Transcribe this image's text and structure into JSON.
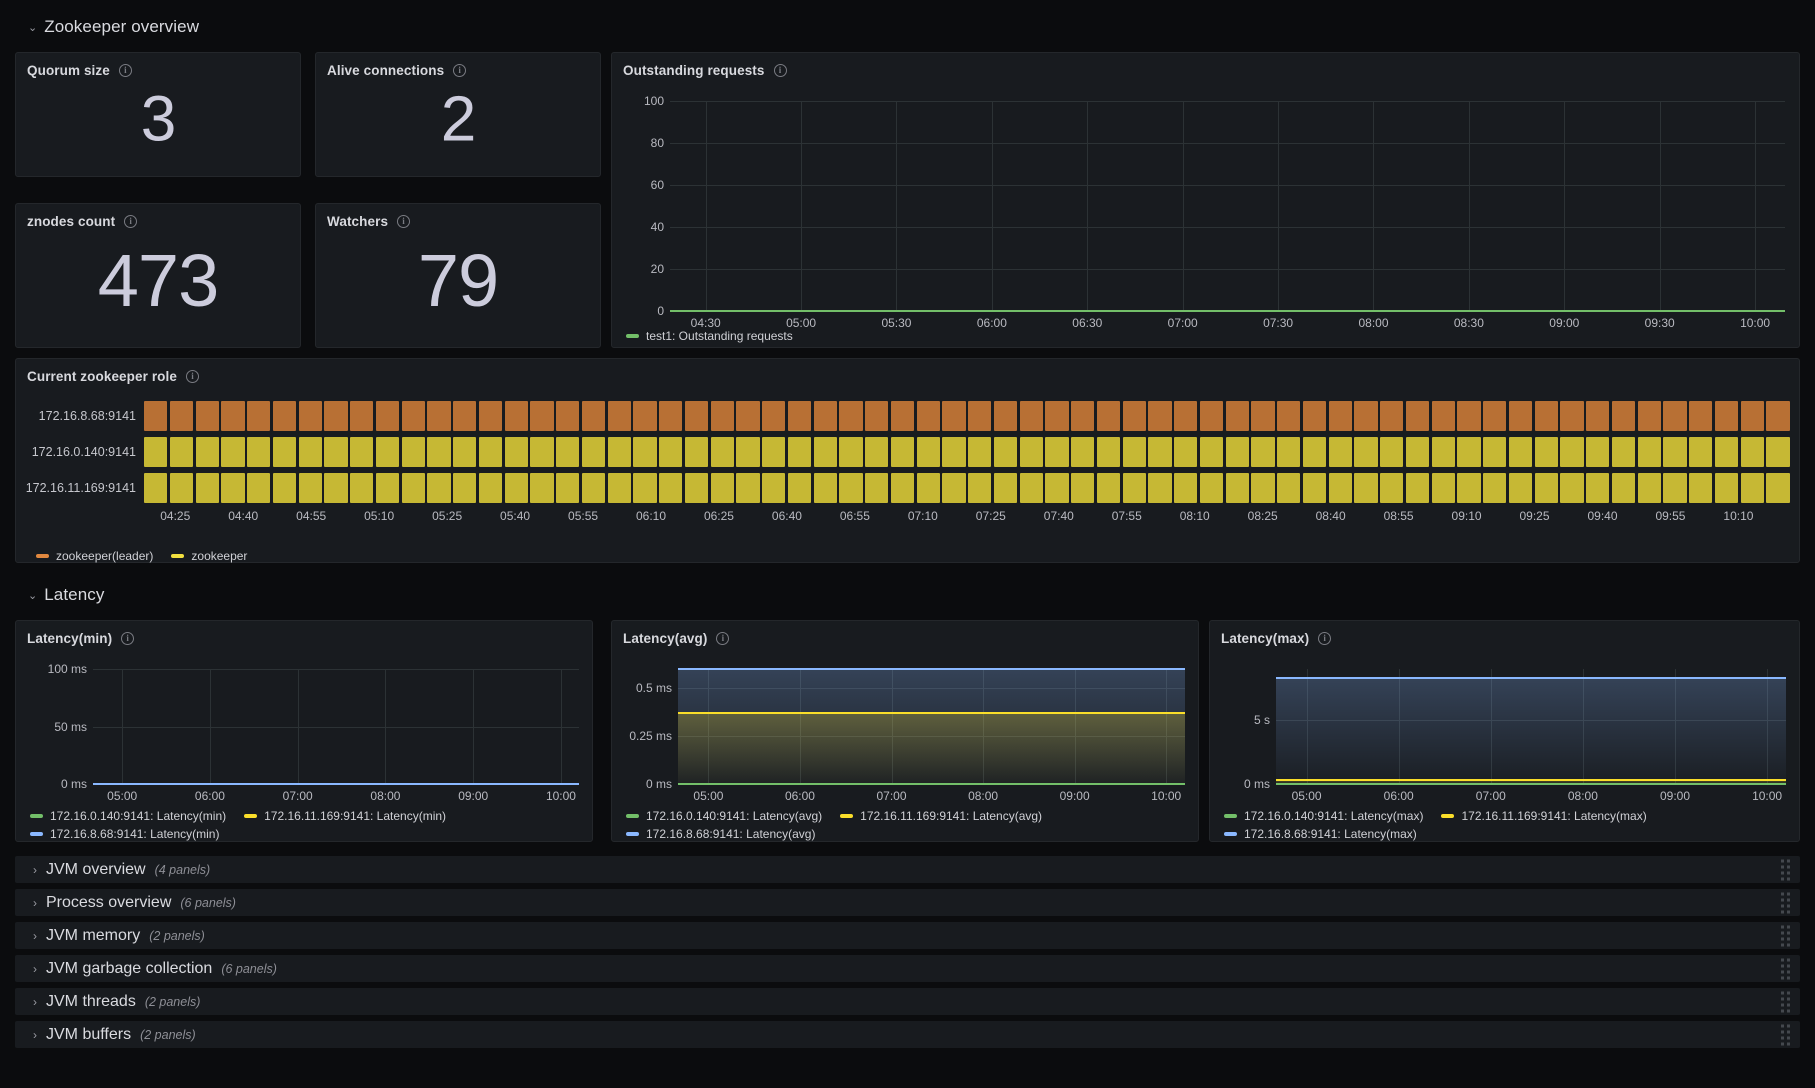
{
  "sections": {
    "zookeeper_overview": {
      "title": "Zookeeper overview",
      "chevron": "⌄"
    },
    "latency": {
      "title": "Latency",
      "chevron": "⌄"
    }
  },
  "stats": [
    {
      "title": "Quorum size",
      "value": "3",
      "info": "i"
    },
    {
      "title": "Alive connections",
      "value": "2",
      "info": "i"
    },
    {
      "title": "znodes count",
      "value": "473",
      "info": "i"
    },
    {
      "title": "Watchers",
      "value": "79",
      "info": "i"
    }
  ],
  "outstanding": {
    "title": "Outstanding requests",
    "info": "i",
    "legend": [
      {
        "label": "test1: Outstanding requests",
        "color": "#73bf69"
      }
    ]
  },
  "role": {
    "title": "Current zookeeper role",
    "info": "i",
    "rows": [
      {
        "label": "172.16.8.68:9141",
        "state": "zookeeper(leader)"
      },
      {
        "label": "172.16.0.140:9141",
        "state": "zookeeper"
      },
      {
        "label": "172.16.11.169:9141",
        "state": "zookeeper"
      }
    ],
    "legend": [
      {
        "label": "zookeeper(leader)",
        "color": "#e0883f"
      },
      {
        "label": "zookeeper",
        "color": "#f2e03f"
      }
    ]
  },
  "latency_panels": [
    {
      "title": "Latency(min)",
      "info": "i",
      "legend": [
        {
          "label": "172.16.0.140:9141: Latency(min)",
          "color": "#73bf69"
        },
        {
          "label": "172.16.11.169:9141: Latency(min)",
          "color": "#fade2a"
        },
        {
          "label": "172.16.8.68:9141: Latency(min)",
          "color": "#8ab8ff"
        }
      ]
    },
    {
      "title": "Latency(avg)",
      "info": "i",
      "legend": [
        {
          "label": "172.16.0.140:9141: Latency(avg)",
          "color": "#73bf69"
        },
        {
          "label": "172.16.11.169:9141: Latency(avg)",
          "color": "#fade2a"
        },
        {
          "label": "172.16.8.68:9141: Latency(avg)",
          "color": "#8ab8ff"
        }
      ]
    },
    {
      "title": "Latency(max)",
      "info": "i",
      "legend": [
        {
          "label": "172.16.0.140:9141: Latency(max)",
          "color": "#73bf69"
        },
        {
          "label": "172.16.11.169:9141: Latency(max)",
          "color": "#fade2a"
        },
        {
          "label": "172.16.8.68:9141: Latency(max)",
          "color": "#8ab8ff"
        }
      ]
    }
  ],
  "collapsed_rows": [
    {
      "title": "JVM overview",
      "panels": "(4 panels)",
      "chevron": "›"
    },
    {
      "title": "Process overview",
      "panels": "(6 panels)",
      "chevron": "›"
    },
    {
      "title": "JVM memory",
      "panels": "(2 panels)",
      "chevron": "›"
    },
    {
      "title": "JVM garbage collection",
      "panels": "(6 panels)",
      "chevron": "›"
    },
    {
      "title": "JVM threads",
      "panels": "(2 panels)",
      "chevron": "›"
    },
    {
      "title": "JVM buffers",
      "panels": "(2 panels)",
      "chevron": "›"
    }
  ],
  "chart_data": [
    {
      "id": "outstanding-requests",
      "type": "line",
      "title": "Outstanding requests",
      "xlabel": "",
      "ylabel": "",
      "ylim": [
        0,
        100
      ],
      "yticks": [
        0,
        20,
        40,
        60,
        80,
        100
      ],
      "ytick_labels": [
        "0",
        "20",
        "40",
        "60",
        "80",
        "100"
      ],
      "x": [
        "04:30",
        "05:00",
        "05:30",
        "06:00",
        "06:30",
        "07:00",
        "07:30",
        "08:00",
        "08:30",
        "09:00",
        "09:30",
        "10:00"
      ],
      "grid": true,
      "legend_position": "bottom",
      "series": [
        {
          "name": "test1: Outstanding requests",
          "color": "#73bf69",
          "constant_value": 0,
          "values": [
            0,
            0,
            0,
            0,
            0,
            0,
            0,
            0,
            0,
            0,
            0,
            0
          ]
        }
      ]
    },
    {
      "id": "current-zookeeper-role",
      "type": "heatmap",
      "title": "Current zookeeper role",
      "xlabel": "",
      "ylabel": "",
      "categories": [
        "172.16.8.68:9141",
        "172.16.0.140:9141",
        "172.16.11.169:9141"
      ],
      "x": [
        "04:25",
        "04:40",
        "04:55",
        "05:10",
        "05:25",
        "05:40",
        "05:55",
        "06:10",
        "06:25",
        "06:40",
        "06:55",
        "07:10",
        "07:25",
        "07:40",
        "07:55",
        "08:10",
        "08:25",
        "08:40",
        "08:55",
        "09:10",
        "09:25",
        "09:40",
        "09:55",
        "10:10"
      ],
      "states": [
        "zookeeper(leader)",
        "zookeeper"
      ],
      "state_colors": {
        "zookeeper(leader)": "#e0883f",
        "zookeeper": "#f2e03f"
      },
      "row_states": [
        {
          "row": "172.16.8.68:9141",
          "state": "zookeeper(leader)",
          "cells": 64
        },
        {
          "row": "172.16.0.140:9141",
          "state": "zookeeper",
          "cells": 64
        },
        {
          "row": "172.16.11.169:9141",
          "state": "zookeeper",
          "cells": 64
        }
      ],
      "legend_position": "bottom"
    },
    {
      "id": "latency-min",
      "type": "line",
      "title": "Latency(min)",
      "xlabel": "",
      "ylabel": "",
      "ylim": [
        0,
        100
      ],
      "yticks": [
        0,
        50,
        100
      ],
      "ytick_labels": [
        "0 ms",
        "50 ms",
        "100 ms"
      ],
      "x": [
        "05:00",
        "06:00",
        "07:00",
        "08:00",
        "09:00",
        "10:00"
      ],
      "grid": true,
      "legend_position": "bottom",
      "series": [
        {
          "name": "172.16.0.140:9141: Latency(min)",
          "color": "#73bf69",
          "constant_value": 0,
          "values": [
            0,
            0,
            0,
            0,
            0,
            0
          ]
        },
        {
          "name": "172.16.11.169:9141: Latency(min)",
          "color": "#fade2a",
          "constant_value": 0,
          "values": [
            0,
            0,
            0,
            0,
            0,
            0
          ]
        },
        {
          "name": "172.16.8.68:9141: Latency(min)",
          "color": "#8ab8ff",
          "constant_value": 0,
          "values": [
            0,
            0,
            0,
            0,
            0,
            0
          ]
        }
      ]
    },
    {
      "id": "latency-avg",
      "type": "area",
      "title": "Latency(avg)",
      "xlabel": "",
      "ylabel": "",
      "ylim": [
        0,
        0.6
      ],
      "yticks": [
        0,
        0.25,
        0.5
      ],
      "ytick_labels": [
        "0 ms",
        "0.25 ms",
        "0.5 ms"
      ],
      "x": [
        "05:00",
        "06:00",
        "07:00",
        "08:00",
        "09:00",
        "10:00"
      ],
      "grid": true,
      "legend_position": "bottom",
      "series": [
        {
          "name": "172.16.0.140:9141: Latency(avg)",
          "color": "#73bf69",
          "constant_value": 0,
          "values": [
            0,
            0,
            0,
            0,
            0,
            0
          ]
        },
        {
          "name": "172.16.11.169:9141: Latency(avg)",
          "color": "#fade2a",
          "constant_value": 0.37,
          "values": [
            0.37,
            0.37,
            0.37,
            0.37,
            0.37,
            0.37
          ]
        },
        {
          "name": "172.16.8.68:9141: Latency(avg)",
          "color": "#8ab8ff",
          "constant_value": 0.6,
          "values": [
            0.6,
            0.6,
            0.6,
            0.6,
            0.6,
            0.6
          ]
        }
      ]
    },
    {
      "id": "latency-max",
      "type": "area",
      "title": "Latency(max)",
      "xlabel": "",
      "ylabel": "",
      "ylim": [
        0,
        9
      ],
      "yticks": [
        0,
        5
      ],
      "ytick_labels": [
        "0 ms",
        "5 s"
      ],
      "x": [
        "05:00",
        "06:00",
        "07:00",
        "08:00",
        "09:00",
        "10:00"
      ],
      "grid": true,
      "legend_position": "bottom",
      "series": [
        {
          "name": "172.16.0.140:9141: Latency(max)",
          "color": "#73bf69",
          "constant_value": 0,
          "values": [
            0,
            0,
            0,
            0,
            0,
            0
          ]
        },
        {
          "name": "172.16.11.169:9141: Latency(max)",
          "color": "#fade2a",
          "constant_value": 0.35,
          "values": [
            0.35,
            0.35,
            0.35,
            0.35,
            0.35,
            0.35
          ]
        },
        {
          "name": "172.16.8.68:9141: Latency(max)",
          "color": "#8ab8ff",
          "constant_value": 8.3,
          "values": [
            8.3,
            8.3,
            8.3,
            8.3,
            8.3,
            8.3
          ]
        }
      ]
    }
  ]
}
